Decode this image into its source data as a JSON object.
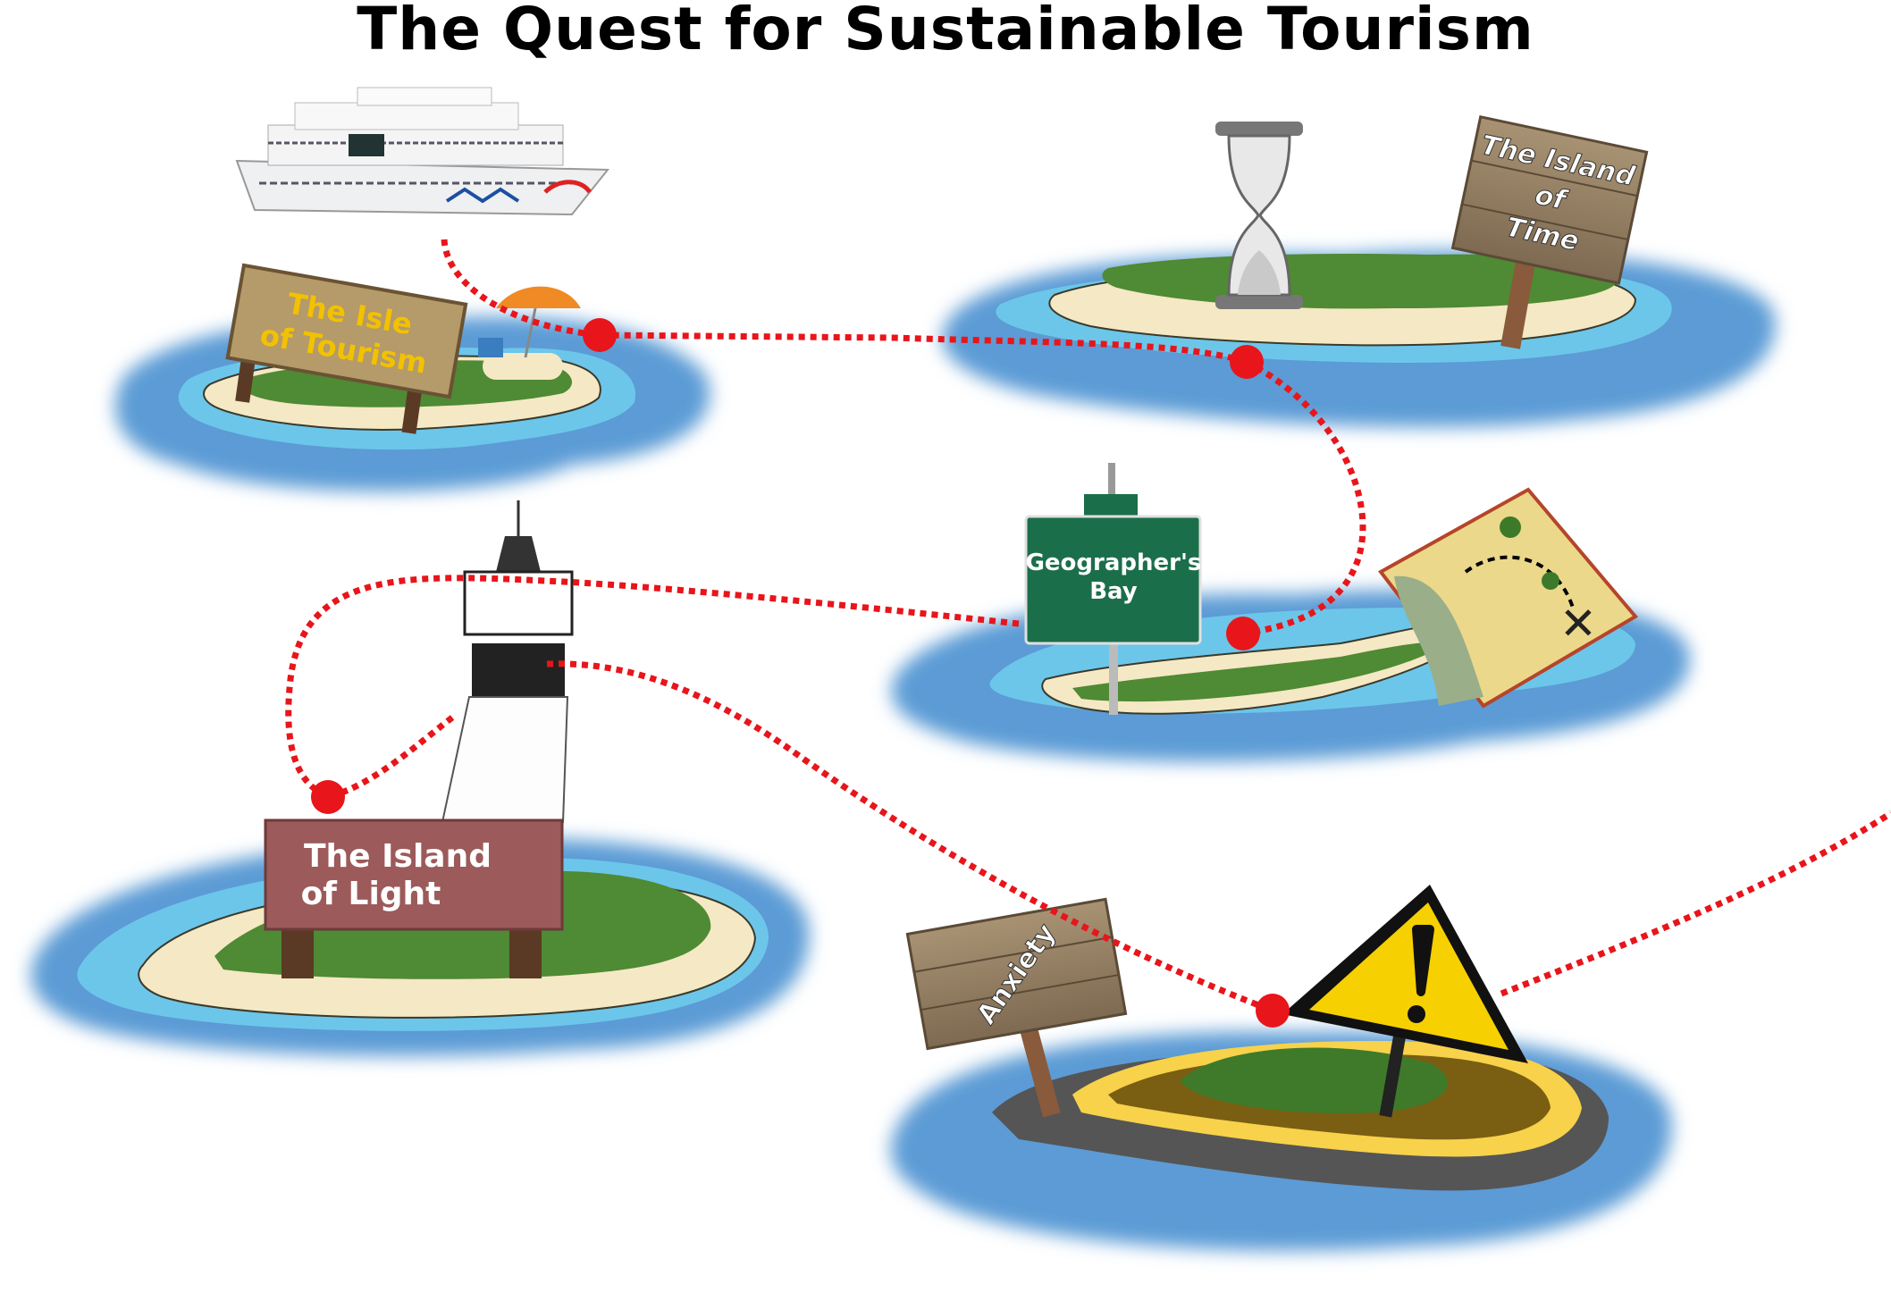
{
  "title": "The Quest for Sustainable Tourism",
  "signs": {
    "tourism": {
      "line1": "The Isle",
      "line2": "of Tourism"
    },
    "time": {
      "line1": "The Island",
      "line2": "of",
      "line3": "Time"
    },
    "bay": {
      "line1": "Geographer's",
      "line2": "Bay"
    },
    "light": {
      "line1": "The Island",
      "line2": "of Light"
    },
    "anxiety": {
      "line1": "Anxiety"
    }
  },
  "colors": {
    "path": "#e8151b",
    "water_deep": "#5b9bd5",
    "water_light": "#6cc6ea",
    "sand": "#f5e8c4",
    "grass": "#4f8a34",
    "bay_sign": "#1b6e4a",
    "light_sign": "#9c5a5a",
    "tourism_text": "#f2c200",
    "warning": "#f6d000"
  }
}
